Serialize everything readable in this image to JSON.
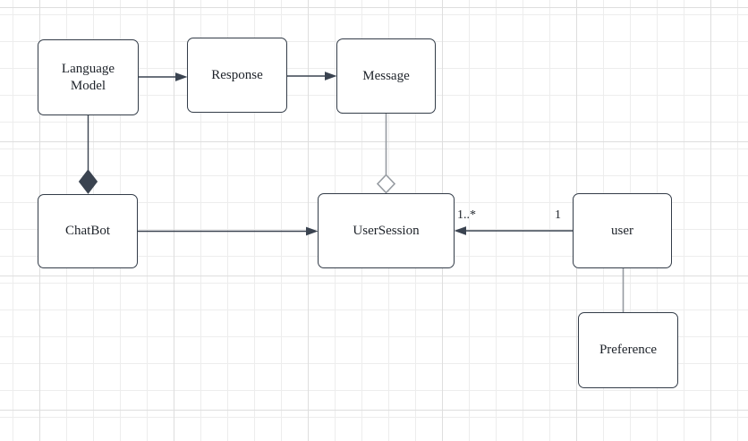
{
  "diagram": {
    "kind": "uml-class-diagram",
    "nodes": {
      "language_model": {
        "label": "Language Model"
      },
      "response": {
        "label": "Response"
      },
      "message": {
        "label": "Message"
      },
      "chatbot": {
        "label": "ChatBot"
      },
      "user_session": {
        "label": "UserSession"
      },
      "user": {
        "label": "user"
      },
      "preference": {
        "label": "Preference"
      }
    },
    "edges": [
      {
        "from": "Language Model",
        "to": "Response",
        "type": "directed-arrow"
      },
      {
        "from": "Response",
        "to": "Message",
        "type": "directed-arrow"
      },
      {
        "from": "Language Model",
        "to": "ChatBot",
        "type": "composition-filled-diamond"
      },
      {
        "from": "Message",
        "to": "UserSession",
        "type": "aggregation-hollow-diamond"
      },
      {
        "from": "ChatBot",
        "to": "UserSession",
        "type": "directed-arrow"
      },
      {
        "from": "user",
        "to": "UserSession",
        "type": "directed-arrow",
        "source_label": "1",
        "target_label": "1..*"
      },
      {
        "from": "user",
        "to": "Preference",
        "type": "plain-line"
      }
    ]
  },
  "colors": {
    "box_border": "#333c48",
    "dark_edge": "#3a4350",
    "gray_edge": "#969ba1",
    "text": "#1d2229",
    "canvas_bg": "#ffffff",
    "grid_minor": "#ededed",
    "grid_major": "#dedede"
  }
}
